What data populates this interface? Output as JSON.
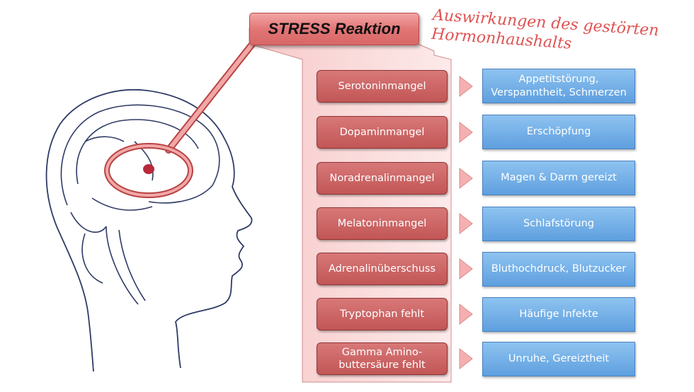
{
  "title": "STRESS Reaktion",
  "annotation": "Auswirkungen des gestörten\nHormonhaushalts",
  "rows": [
    {
      "cause": "Serotoninmangel",
      "effect": "Appetitstörung,\nVerspanntheit, Schmerzen"
    },
    {
      "cause": "Dopaminmangel",
      "effect": "Erschöpfung"
    },
    {
      "cause": "Noradrenalinmangel",
      "effect": "Magen & Darm gereizt"
    },
    {
      "cause": "Melatoninmangel",
      "effect": "Schlafstörung"
    },
    {
      "cause": "Adrenalinüberschuss",
      "effect": "Bluthochdruck, Blutzucker"
    },
    {
      "cause": "Tryptophan fehlt",
      "effect": "Häufige Infekte"
    },
    {
      "cause": "Gamma Amino-\nbuttersäure fehlt",
      "effect": "Unruhe, Gereiztheit"
    }
  ],
  "colors": {
    "cause": "#c96060",
    "effect": "#6aa8e4",
    "accent": "#e05252",
    "outline": "#2f3b66"
  },
  "icons": [
    "head-outline-icon",
    "brain-outline-icon",
    "arrow-right-icon"
  ]
}
